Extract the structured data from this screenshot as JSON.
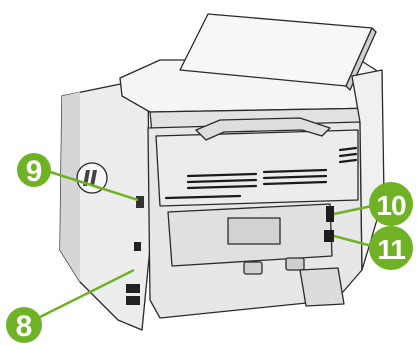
{
  "figure": {
    "subject": "printer-rear-view",
    "colors": {
      "callout_fill": "#6fb226",
      "callout_text": "#ffffff",
      "leader_line": "#6fb226",
      "body_light": "#f3f3f3",
      "body_mid": "#d9d9d9",
      "body_shadow": "#b9b9b9",
      "outline": "#2a2a2a",
      "vent": "#1c1c1c"
    }
  },
  "callouts": [
    {
      "id": "9",
      "label": "9"
    },
    {
      "id": "8",
      "label": "8"
    },
    {
      "id": "10",
      "label": "10"
    },
    {
      "id": "11",
      "label": "11"
    }
  ]
}
